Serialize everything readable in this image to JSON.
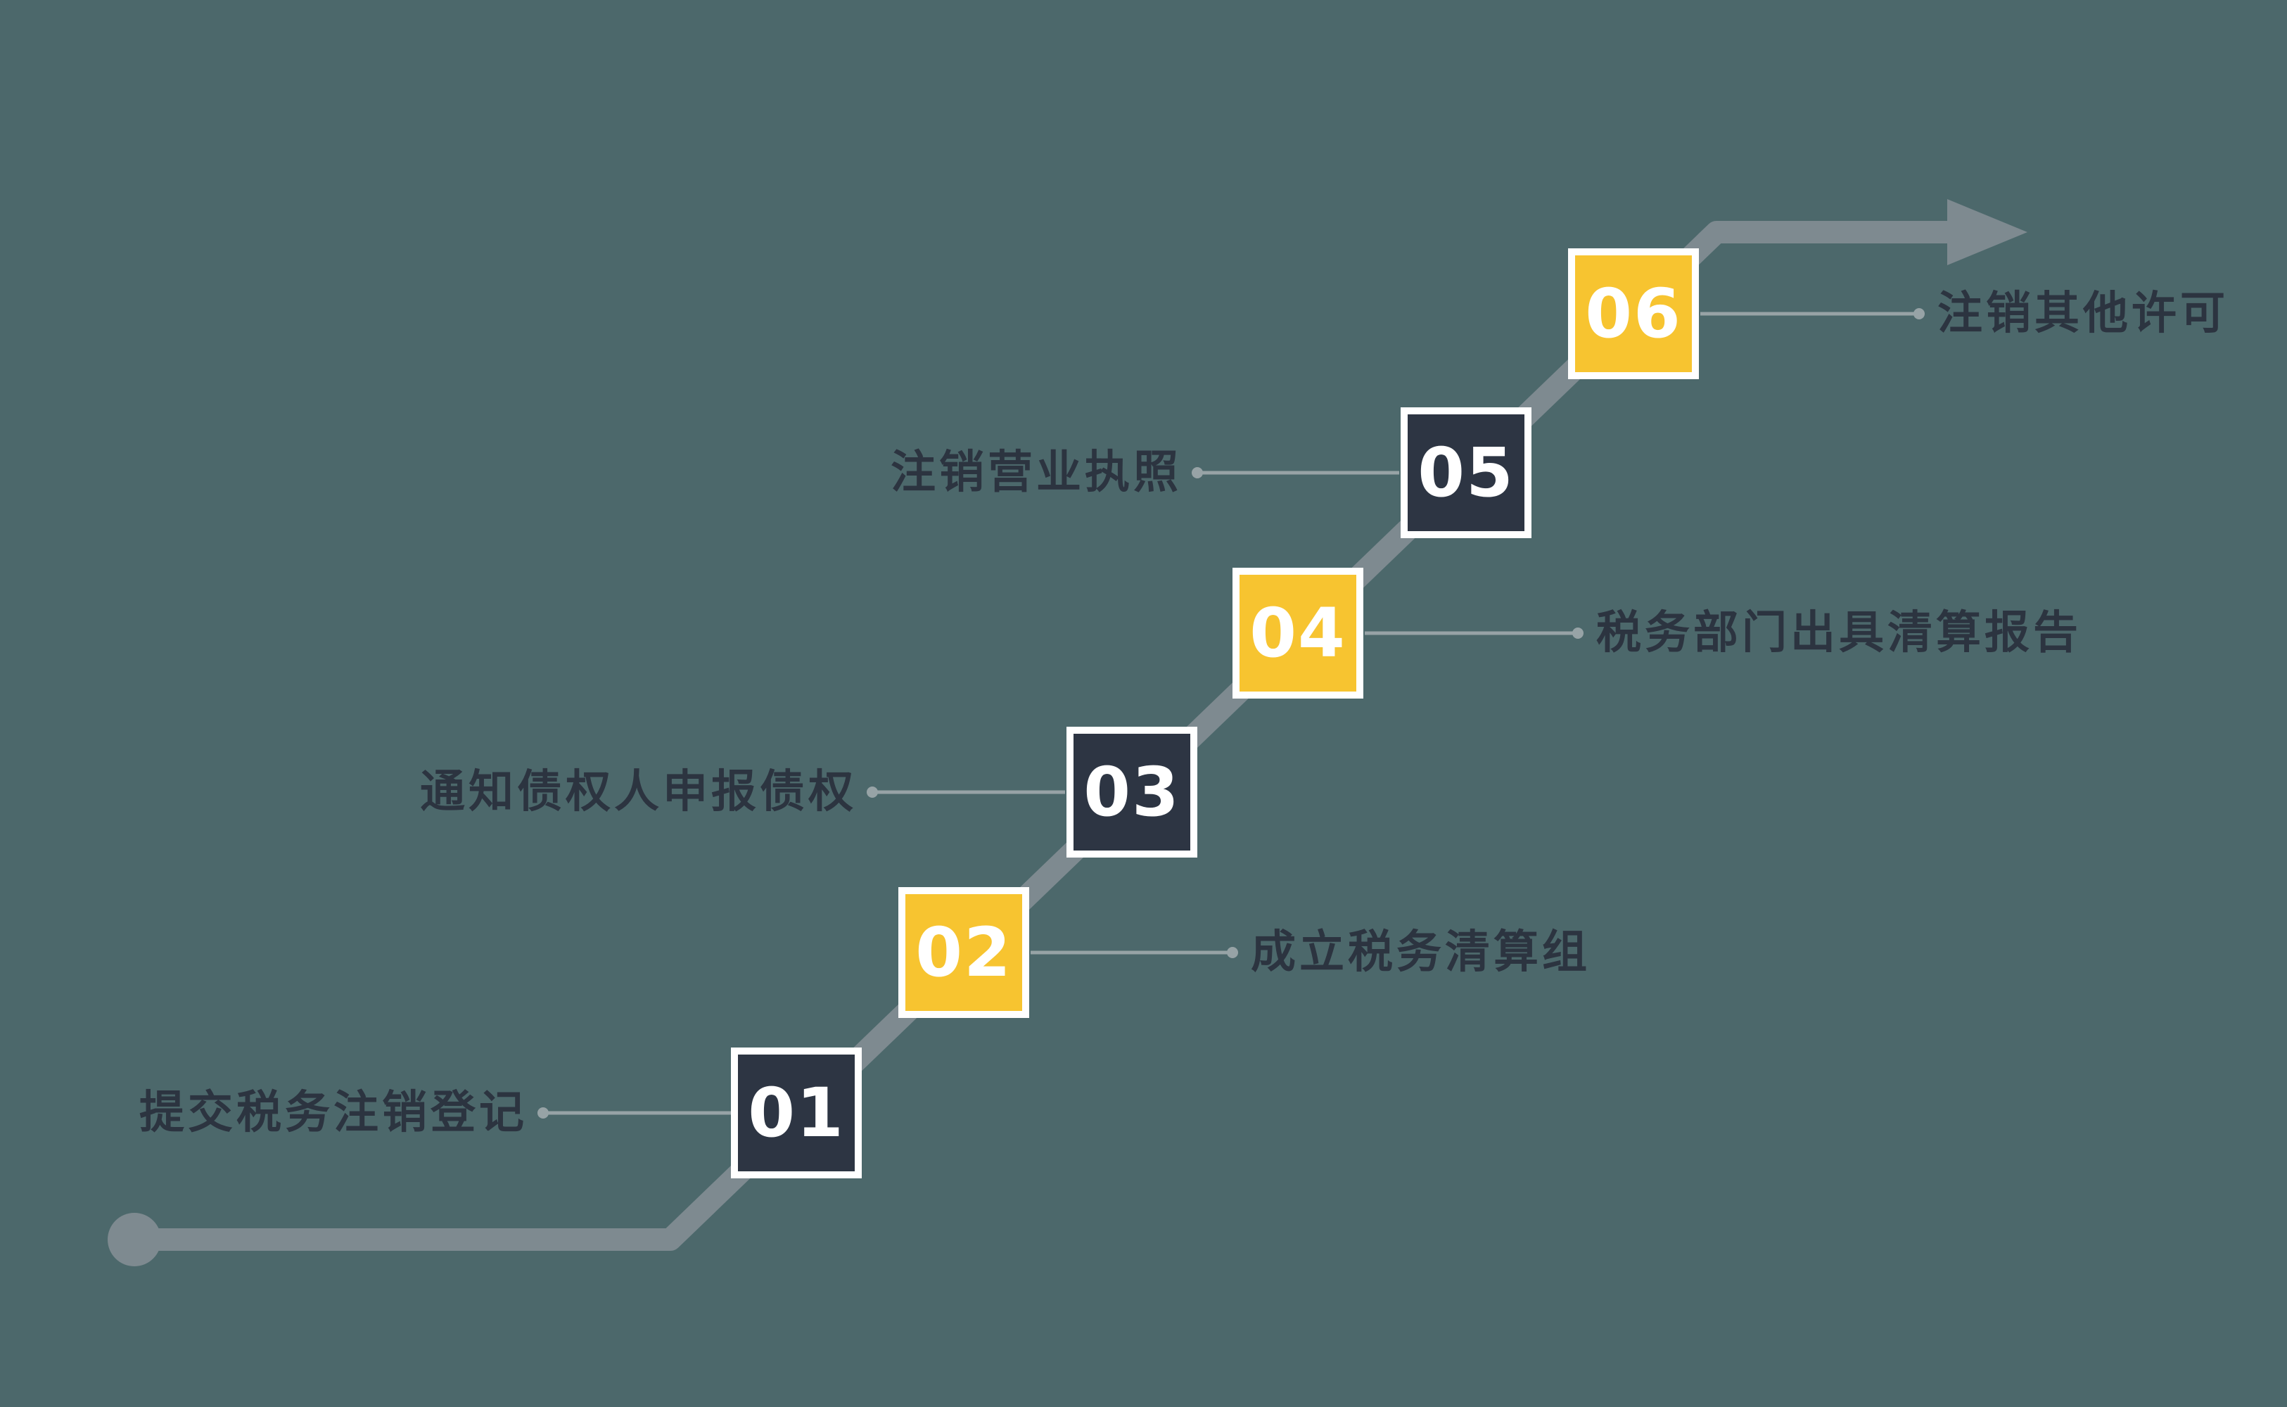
{
  "diagram": {
    "type": "step-flow",
    "description": "Six-step staircase process diagram (tax deregistration workflow)",
    "steps": [
      {
        "number": "01",
        "label": "提交税务注销登记",
        "color": "dark",
        "label_side": "left"
      },
      {
        "number": "02",
        "label": "成立税务清算组",
        "color": "yellow",
        "label_side": "right"
      },
      {
        "number": "03",
        "label": "通知债权人申报债权",
        "color": "dark",
        "label_side": "left"
      },
      {
        "number": "04",
        "label": "税务部门出具清算报告",
        "color": "yellow",
        "label_side": "right"
      },
      {
        "number": "05",
        "label": "注销营业执照",
        "color": "dark",
        "label_side": "left"
      },
      {
        "number": "06",
        "label": "注销其他许可",
        "color": "yellow",
        "label_side": "right"
      }
    ],
    "colors": {
      "background": "#4c686b",
      "dark_square": "#2d3543",
      "yellow_square": "#f7c430",
      "square_border": "#ffffff",
      "number_text": "#ffffff",
      "label_text": "#2c3440",
      "main_line": "#7e8a90",
      "connector_line": "#97a3a6"
    },
    "flow_direction": "bottom-left to top-right, ending in arrow"
  }
}
